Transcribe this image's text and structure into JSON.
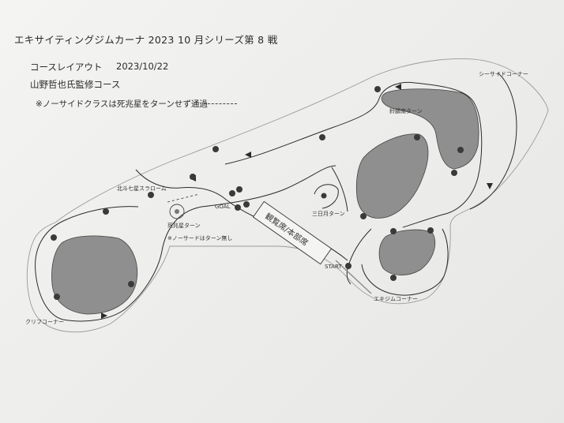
{
  "header": {
    "title": "エキサイティングジムカーナ 2023 10 月シリーズ第 8 戦",
    "layout_label": "コースレイアウト",
    "date": "2023/10/22",
    "supervisor": "山野哲也氏監修コース",
    "note": "※ノーサイドクラスは死兆星をターンせず通過"
  },
  "map": {
    "labels": {
      "seaside_corner": "シーサイドコーナー",
      "hyoubokukyoku_turn": "鈴鵬南ターン",
      "hokuto_slalom": "北斗七星スラローム",
      "goal": "GOAL",
      "mikazuki_turn": "三日月ターン",
      "shichousei_turn": "死兆星ターン",
      "shichousei_note": "※ノーサードはターン無し",
      "spectator": "観覧席/本部席",
      "start": "START",
      "exgym_corner": "エキジムコーナー",
      "cliff_corner": "クリフコーナー"
    },
    "colors": {
      "island_fill": "#8f8f8f",
      "cone": "#3a3a3a",
      "line": "#2b2b2b"
    }
  }
}
